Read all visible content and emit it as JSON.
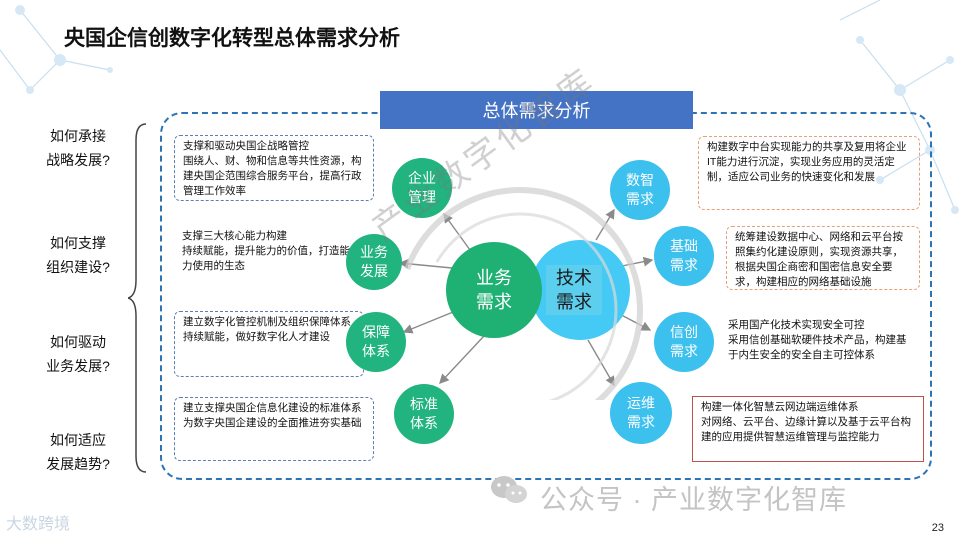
{
  "title": "央国企信创数字化转型总体需求分析",
  "header": "总体需求分析",
  "questions": [
    "如何承接\n战略发展?",
    "如何支撑\n组织建设?",
    "如何驱动\n业务发展?",
    "如何适应\n发展趋势?"
  ],
  "left_boxes": [
    "支撑和驱动央国企战略管控\n围绕人、财、物和信息等共性资源，构建央国企范围综合服务平台，提高行政管理工作效率",
    "支撑三大核心能力构建\n持续赋能，提升能力的价值，打造能力使用的生态",
    "建立数字化管控机制及组织保障体系\n持续赋能，做好数字化人才建设",
    "建立支撑央国企信息化建设的标准体系\n为数字央国企建设的全面推进夯实基础"
  ],
  "right_boxes": [
    "构建数字中台实现能力的共享及复用将企业IT能力进行沉淀，实现业务应用的灵活定制，适应公司业务的快速变化和发展",
    "统筹建设数据中心、网络和云平台按照集约化建设原则，实现资源共享，根据央国企商密和国密信息安全要求，构建相应的网络基础设施",
    "采用国产化技术实现安全可控\n采用信创基础软硬件技术产品，构建基于内生安全的安全自主可控体系",
    "构建一体化智慧云网边端运维体系\n对网络、云平台、边缘计算以及基于云平台构建的应用提供智慧运维管理与监控能力"
  ],
  "center_business": "业务\n需求",
  "center_tech": "技术\n需求",
  "left_nodes": [
    "企业\n管理",
    "业务\n发展",
    "保障\n体系",
    "标准\n体系"
  ],
  "right_nodes": [
    "数智\n需求",
    "基础\n需求",
    "信创\n需求",
    "运维\n需求"
  ],
  "watermark_arc": "产业数字化智库",
  "watermark_bottom": "公众号 · 产业数字化智库",
  "brand": "大数跨境",
  "page_number": "23",
  "colors": {
    "green": "#21b47f",
    "sky": "#3cc0ed",
    "frame": "#2e74b5",
    "header": "#4472c4"
  }
}
